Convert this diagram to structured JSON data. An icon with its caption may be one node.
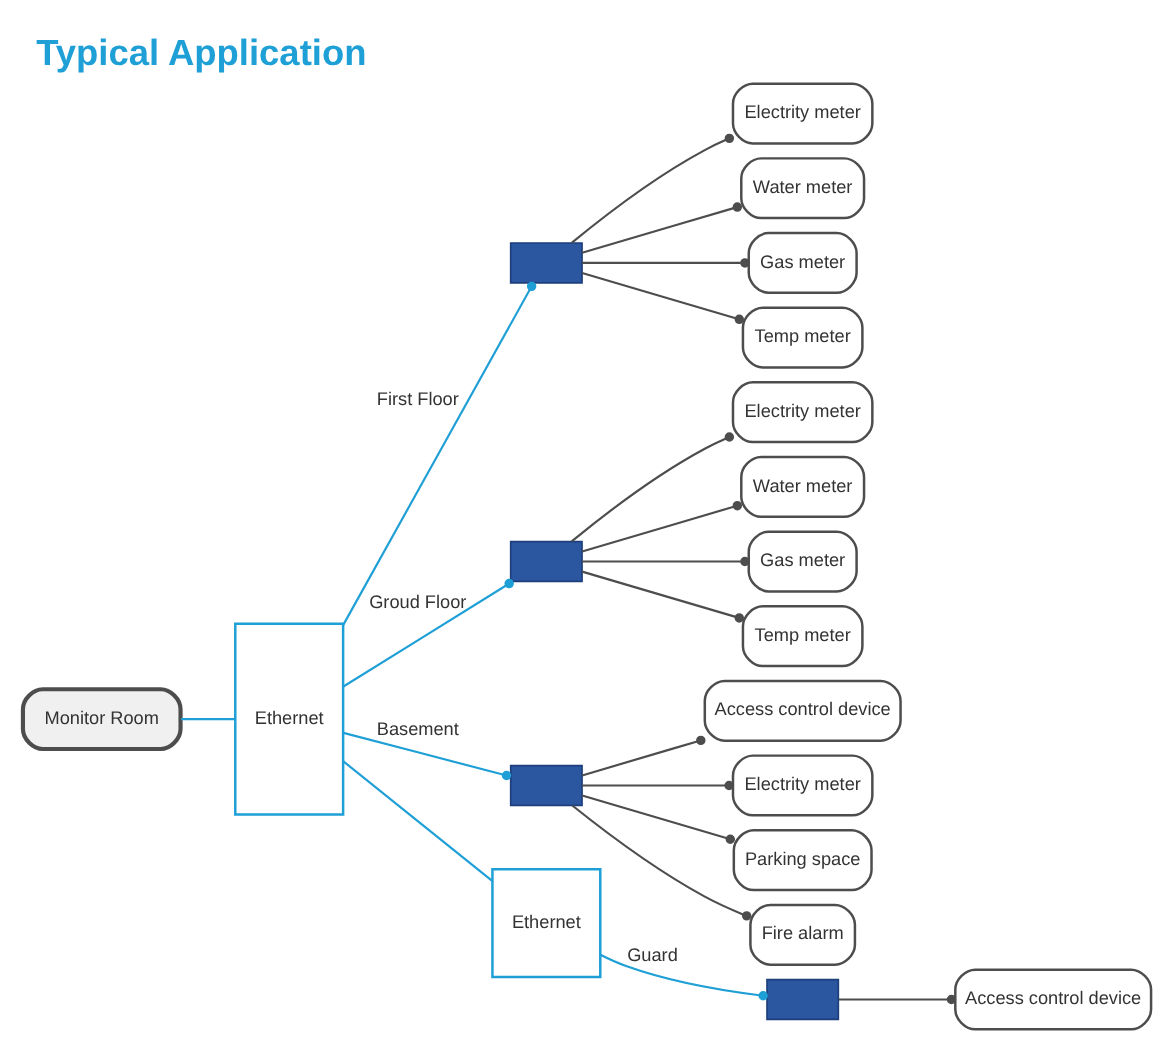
{
  "diagram": {
    "title": "Typical Application",
    "nodes": [
      {
        "text": [
          "Monitor Room"
        ]
      },
      {
        "text": [
          "Ethernet"
        ]
      },
      {
        "text": [],
        "shape": "box"
      },
      {
        "text": [
          "Electrity meter"
        ]
      },
      {
        "text": [
          "Water meter"
        ]
      },
      {
        "text": [
          "Gas meter"
        ]
      },
      {
        "text": [
          "Temp meter"
        ]
      },
      {
        "text": [],
        "shape": "box"
      },
      {
        "text": [
          "Electrity meter"
        ]
      },
      {
        "text": [
          "Water meter"
        ]
      },
      {
        "text": [
          "Gas meter"
        ]
      },
      {
        "text": [
          "Temp meter"
        ]
      },
      {
        "text": [],
        "shape": "box"
      },
      {
        "text": [
          "Access control device"
        ]
      },
      {
        "text": [
          "Electrity meter"
        ]
      },
      {
        "text": [
          "Parking space"
        ]
      },
      {
        "text": [
          "Fire alarm"
        ]
      },
      {
        "text": [
          "Ethernet"
        ]
      },
      {
        "text": [],
        "shape": "box"
      },
      {
        "text": [
          "Access control device"
        ]
      }
    ],
    "edges": [
      {
        "from": 0,
        "to": 1,
        "arrow": "none",
        "color": "#1e9fd6"
      },
      {
        "from": 1,
        "to": 2,
        "arrow": "other",
        "label": "First Floor",
        "color": "#1e9fd6"
      },
      {
        "from": 2,
        "to": 3,
        "arrow": "other"
      },
      {
        "from": 2,
        "to": 4,
        "arrow": "other"
      },
      {
        "from": 2,
        "to": 5,
        "arrow": "other"
      },
      {
        "from": 2,
        "to": 6,
        "arrow": "other"
      },
      {
        "from": 1,
        "to": 7,
        "arrow": "other",
        "label": "Groud Floor",
        "color": "#1e9fd6"
      },
      {
        "from": 7,
        "to": 8,
        "arrow": "other"
      },
      {
        "from": 7,
        "to": 9,
        "arrow": "other"
      },
      {
        "from": 7,
        "to": 10,
        "arrow": "other"
      },
      {
        "from": 7,
        "to": 11,
        "arrow": "other"
      },
      {
        "from": 1,
        "to": 12,
        "arrow": "other",
        "label": "Basement",
        "color": "#1e9fd6"
      },
      {
        "from": 12,
        "to": 13,
        "arrow": "other"
      },
      {
        "from": 12,
        "to": 14,
        "arrow": "other"
      },
      {
        "from": 12,
        "to": 15,
        "arrow": "other"
      },
      {
        "from": 12,
        "to": 16,
        "arrow": "other"
      },
      {
        "from": 1,
        "to": 17,
        "arrow": "none",
        "color": "#1e9fd6"
      },
      {
        "from": 17,
        "to": 18,
        "arrow": "other",
        "label": "Guard",
        "color": "#1e9fd6"
      },
      {
        "from": 18,
        "to": 19,
        "arrow": "other"
      }
    ]
  }
}
